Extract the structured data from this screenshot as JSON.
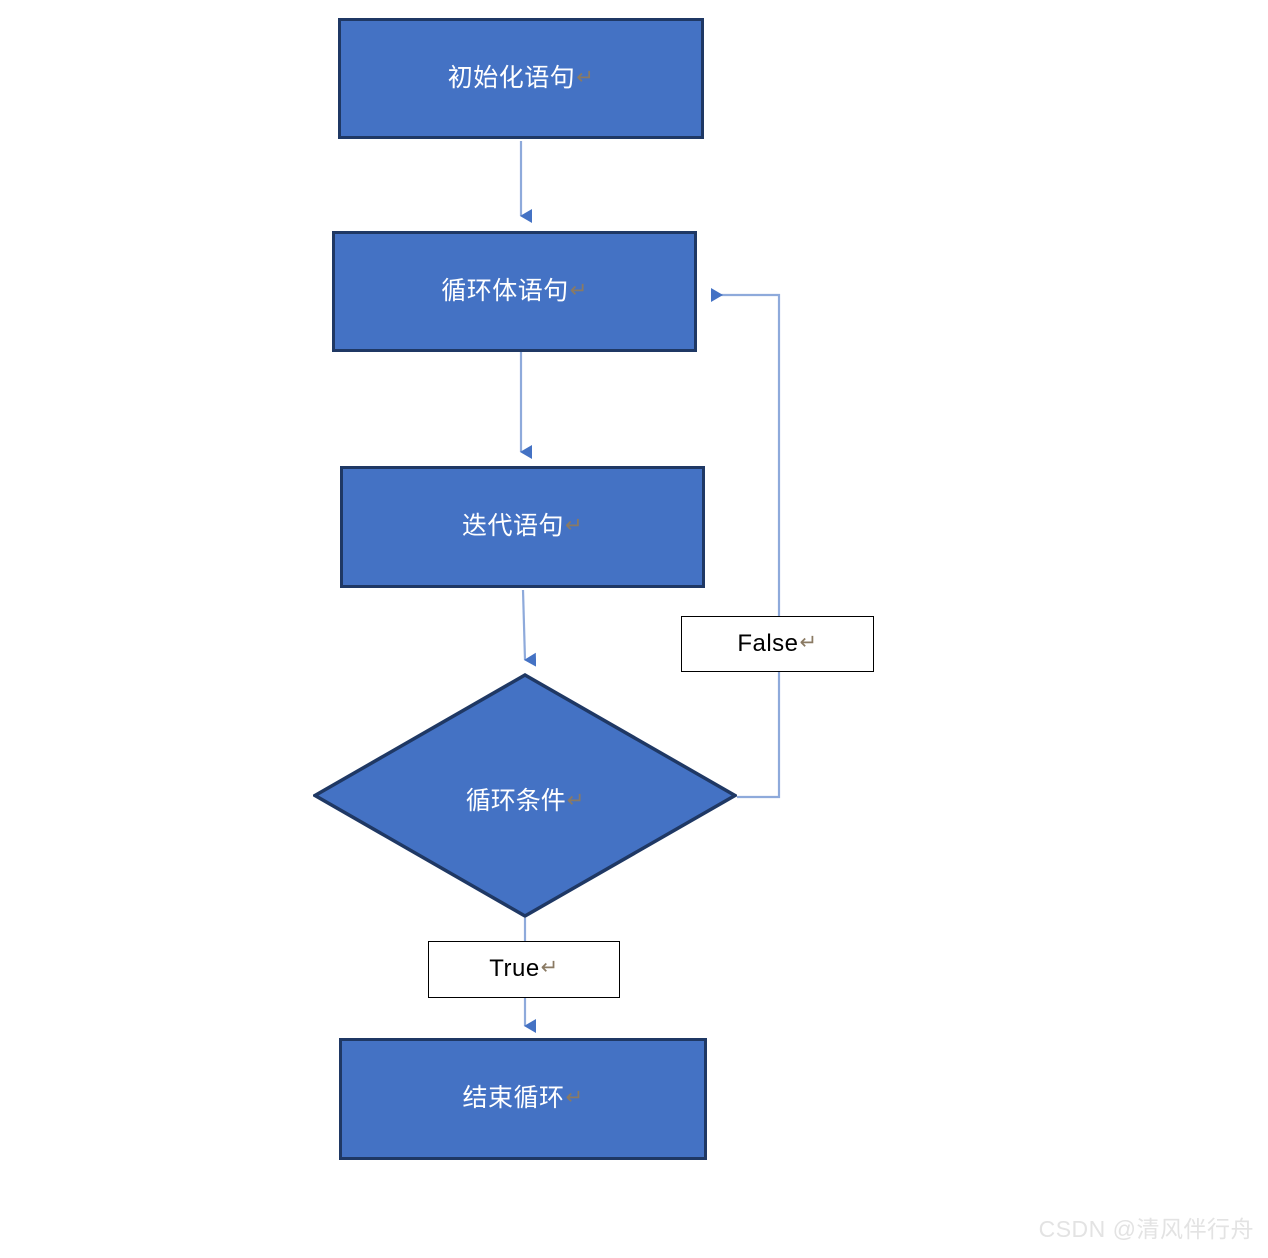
{
  "diagram": {
    "type": "flowchart",
    "title_text": "",
    "colors": {
      "node_fill": "#4472C4",
      "node_border": "#1F3864",
      "connector_line": "#8EAADB",
      "arrow_head": "#4472C4",
      "label_box_fill": "#FFFFFF",
      "label_box_border": "#000000",
      "node_text": "#FFFFFF",
      "pilcrow": "#8A7A63",
      "watermark": "#E3E3E3"
    },
    "nodes": [
      {
        "id": "init",
        "shape": "rectangle",
        "label": "初始化语句",
        "pilcrow": "↵"
      },
      {
        "id": "loop-body",
        "shape": "rectangle",
        "label": "循环体语句",
        "pilcrow": "↵"
      },
      {
        "id": "iteration",
        "shape": "rectangle",
        "label": "迭代语句",
        "pilcrow": "↵"
      },
      {
        "id": "condition",
        "shape": "diamond",
        "label": "循环条件",
        "pilcrow": "↵"
      },
      {
        "id": "end-loop",
        "shape": "rectangle",
        "label": "结束循环",
        "pilcrow": "↵"
      }
    ],
    "edge_labels": [
      {
        "id": "false-label",
        "label": "False",
        "pilcrow": "↵"
      },
      {
        "id": "true-label",
        "label": "True",
        "pilcrow": "↵"
      }
    ],
    "edges": [
      {
        "from": "init",
        "to": "loop-body",
        "label": ""
      },
      {
        "from": "loop-body",
        "to": "iteration",
        "label": ""
      },
      {
        "from": "iteration",
        "to": "condition",
        "label": ""
      },
      {
        "from": "condition",
        "to": "loop-body",
        "label": "False"
      },
      {
        "from": "condition",
        "to": "end-loop",
        "label": "True"
      }
    ]
  },
  "watermark": {
    "text": "CSDN @清风伴行舟"
  }
}
